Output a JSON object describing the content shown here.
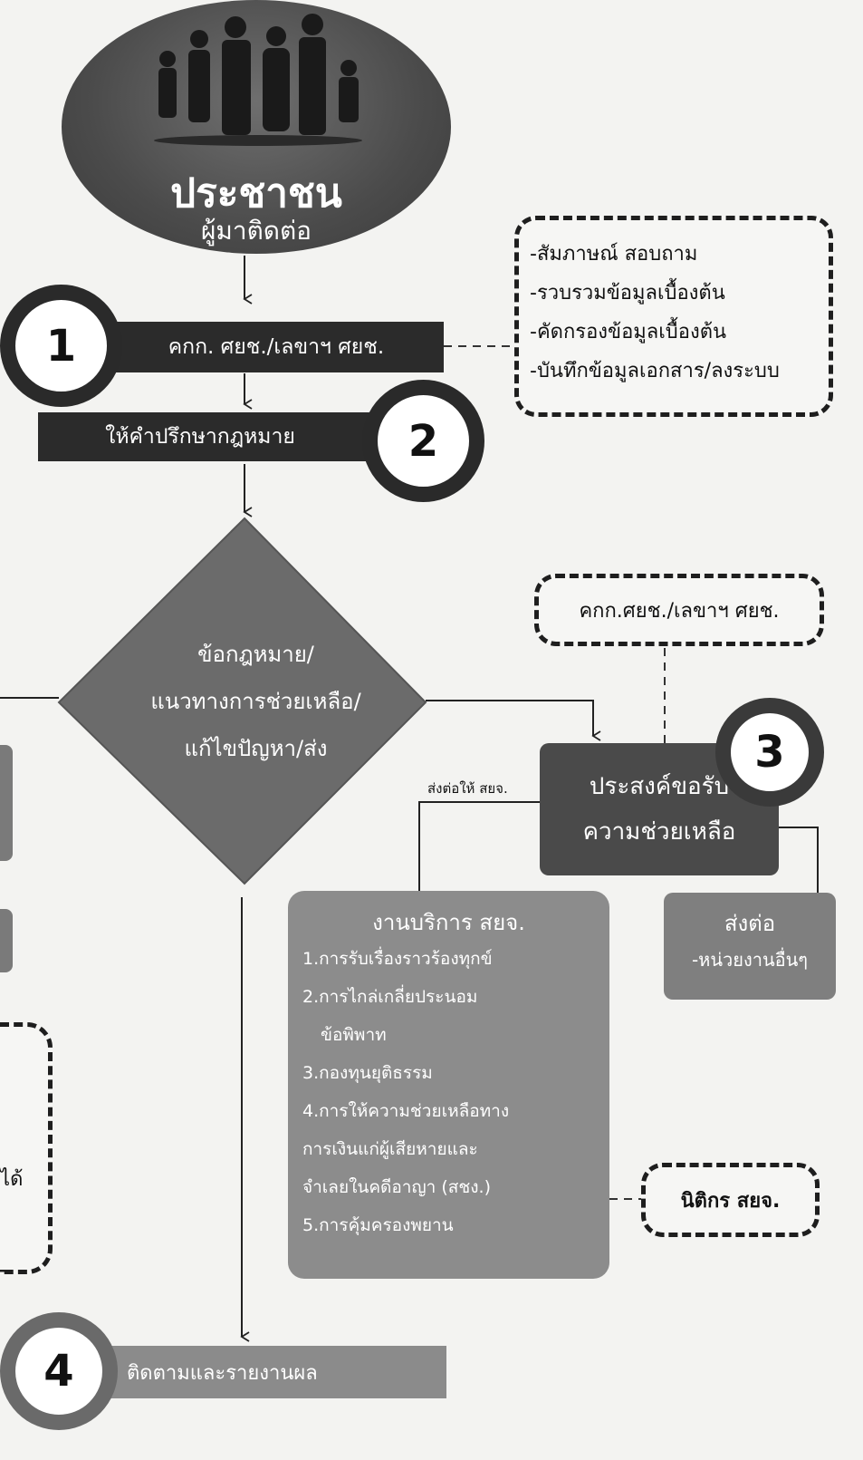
{
  "start": {
    "title": "ประชาชน",
    "subtitle": "ผู้มาติดต่อ"
  },
  "step1": {
    "number": "1",
    "label": "คกก. ศยช./เลขาฯ ศยช."
  },
  "step1_notes": [
    "-สัมภาษณ์ สอบถาม",
    "-รวบรวมข้อมูลเบื้องต้น",
    "-คัดกรองข้อมูลเบื้องต้น",
    "-บันทึกข้อมูลเอกสาร/ลงระบบ"
  ],
  "step2": {
    "number": "2",
    "label": "ให้คำปรึกษากฎหมาย"
  },
  "decision": {
    "lines": [
      "ข้อกฎหมาย/",
      "แนวทางการช่วยเหลือ/",
      "แก้ไขปัญหา/ส่ง"
    ]
  },
  "committee_box": "คกก.ศยช./เลขาฯ ศยช.",
  "step3": {
    "number": "3",
    "lines": [
      "ประสงค์ขอรับ",
      "ความช่วยเหลือ"
    ]
  },
  "forward_label": "ส่งต่อให้ สยจ.",
  "services": {
    "title": "งานบริการ สยจ.",
    "items": [
      "1.การรับเรื่องราวร้องทุกข์",
      "2.การไกล่เกลี่ยประนอม",
      "ข้อพิพาท",
      "3.กองทุนยุติธรรม",
      "4.การให้ความช่วยเหลือทาง",
      "การเงินแก่ผู้เสียหายและ",
      "จำเลยในคดีอาญา (สชง.)",
      "5.การคุ้มครองพยาน"
    ]
  },
  "refer": {
    "title": "ส่งต่อ",
    "subtitle": "-หน่วยงานอื่นๆ"
  },
  "legal_officer": "นิติกร สยจ.",
  "left_partial_text": "ได้",
  "step4": {
    "number": "4",
    "label": "ติดตามและรายงานผล"
  }
}
